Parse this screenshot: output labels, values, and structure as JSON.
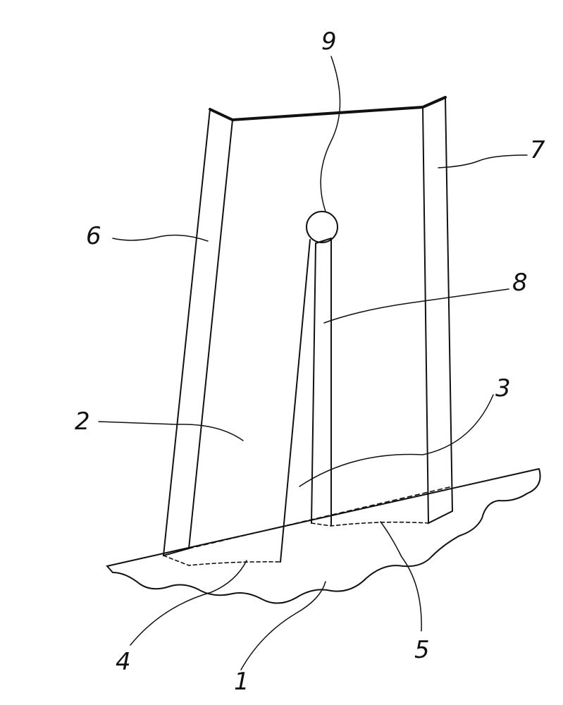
{
  "figure": {
    "labels": {
      "base": "1",
      "panel_left": "2",
      "panel_right": "3",
      "foot_left": "4",
      "foot_right": "5",
      "edge_left": "6",
      "edge_right": "7",
      "post": "8",
      "ball": "9"
    }
  }
}
